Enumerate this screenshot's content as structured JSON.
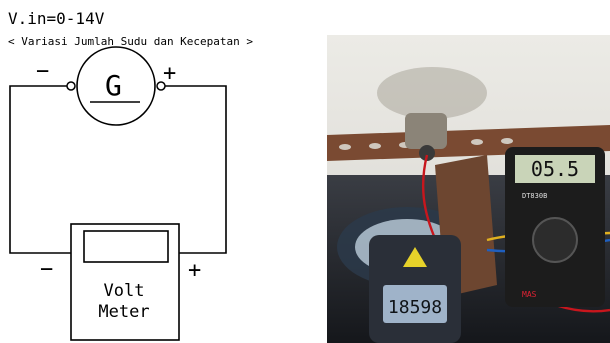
{
  "diagram": {
    "title": "V.in=0-14V",
    "subtitle": "< Variasi Jumlah Sudu dan Kecepatan >",
    "generator_label": "G",
    "generator_minus": "−",
    "generator_plus": "+",
    "voltmeter_line1": "Volt",
    "voltmeter_line2": "Meter",
    "voltmeter_minus": "−",
    "voltmeter_plus": "+"
  },
  "photo": {
    "multimeter_reading": "05.5",
    "tachometer_reading": "18598",
    "multimeter_brand": "DT830B",
    "multimeter_sub": "MAS"
  },
  "colors": {
    "line": "#000000",
    "multimeter_body": "#1c1c1c",
    "lcd": "#c9d4b8",
    "tach_body": "#2a2f38",
    "tach_lcd": "#9fb3c9",
    "warning": "#e6d22a",
    "wire_red": "#c8161d",
    "wire_blue": "#1f5fbf",
    "wire_yellow": "#e0b020"
  }
}
